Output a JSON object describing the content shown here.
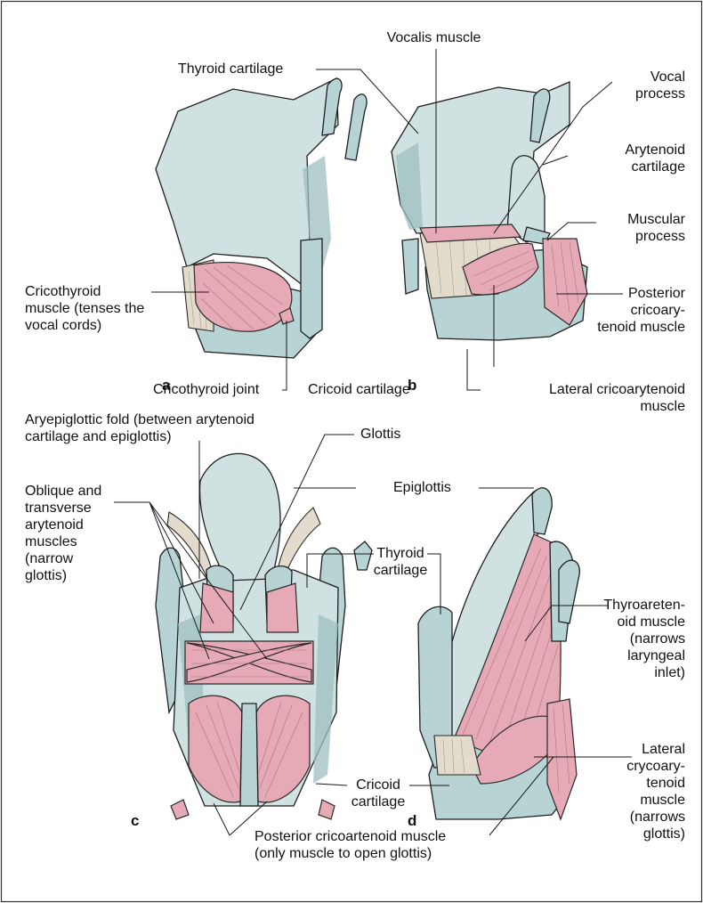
{
  "panels": {
    "a": "a",
    "b": "b",
    "c": "c",
    "d": "d"
  },
  "labels": {
    "vocalis_muscle": "Vocalis muscle",
    "thyroid_cartilage_a": "Thyroid cartilage",
    "vocal_process": "Vocal\nprocess",
    "arytenoid_cartilage": "Arytenoid\ncartilage",
    "muscular_process": "Muscular\nprocess",
    "cricothyroid_muscle": "Cricothyroid\nmuscle (tenses the\nvocal cords)",
    "posterior_cricoarytenoid_b": "Posterior\ncricoary-\ntenoid muscle",
    "cricothyroid_joint": "Cricothyroid joint",
    "cricoid_cartilage_b": "Cricoid cartilage",
    "lateral_cricoarytenoid_b": "Lateral cricoarytenoid\nmuscle",
    "aryepiglottic_fold": "Aryepiglottic fold (between arytenoid\ncartilage and epiglottis)",
    "glottis": "Glottis",
    "oblique_transverse": "Oblique and\ntransverse\narytenoid\nmuscles\n(narrow\nglottis)",
    "epiglottis": "Epiglottis",
    "thyroid_cartilage_c": "Thyroid\ncartilage",
    "thyroarytenoid": "Thyroareten-\noid muscle\n(narrows\nlaryngeal\ninlet)",
    "lateral_crycoarytenoid_d": "Lateral\ncrycoary-\ntenoid\nmuscle\n(narrows\nglottis)",
    "cricoid_cartilage_c": "Cricoid\ncartilage",
    "posterior_cricoartenoid": "Posterior cricoartenoid muscle\n(only muscle to open glottis)"
  },
  "colors": {
    "cartilage": "#b7d3d3",
    "muscle": "#e6aab6",
    "ligament": "#e3dccc",
    "frame": "#333333"
  }
}
